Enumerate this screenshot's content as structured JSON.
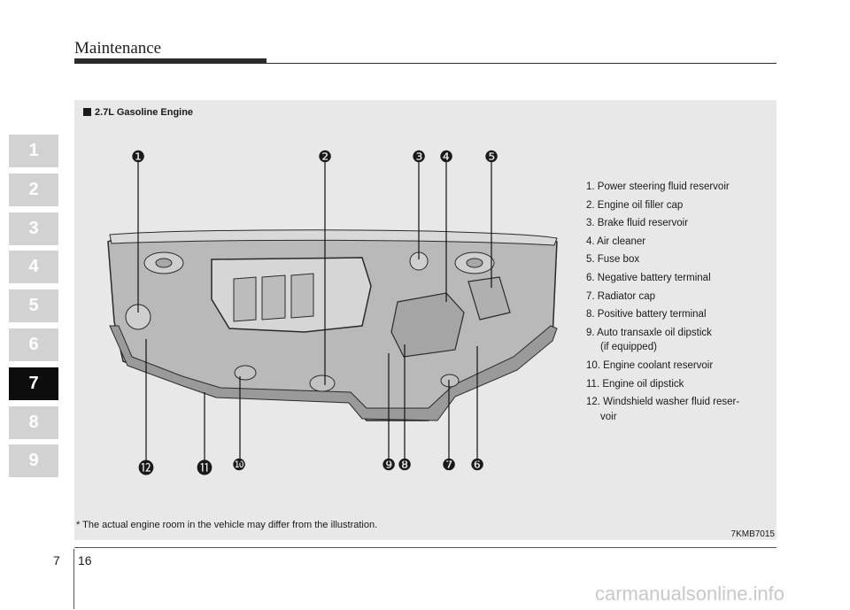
{
  "header": {
    "title": "Maintenance"
  },
  "chapter_tabs": [
    "1",
    "2",
    "3",
    "4",
    "5",
    "6",
    "7",
    "8",
    "9"
  ],
  "active_chapter": "7",
  "figure": {
    "title": "2.7L Gasoline Engine",
    "callouts_top": [
      "❶",
      "❷",
      "❸",
      "❹",
      "❺"
    ],
    "callouts_bottom": [
      "⓬",
      "⓫",
      "❿",
      "❾",
      "❽",
      "❼",
      "❻"
    ],
    "parts": [
      "1. Power steering fluid reservoir",
      "2. Engine oil filler cap",
      "3. Brake fluid reservoir",
      "4. Air cleaner",
      "5. Fuse box",
      "6. Negative battery terminal",
      "7. Radiator cap",
      "8. Positive battery terminal",
      "9. Auto transaxle oil dipstick",
      "(if equipped)",
      "10. Engine coolant reservoir",
      "11. Engine oil dipstick",
      "12. Windshield washer fluid reser-",
      "voir"
    ],
    "footnote": "* The actual engine room in the vehicle may differ from the illustration.",
    "code": "7KMB7015"
  },
  "footer": {
    "chapter": "7",
    "page": "16"
  },
  "watermark": "carmanualsonline.info"
}
